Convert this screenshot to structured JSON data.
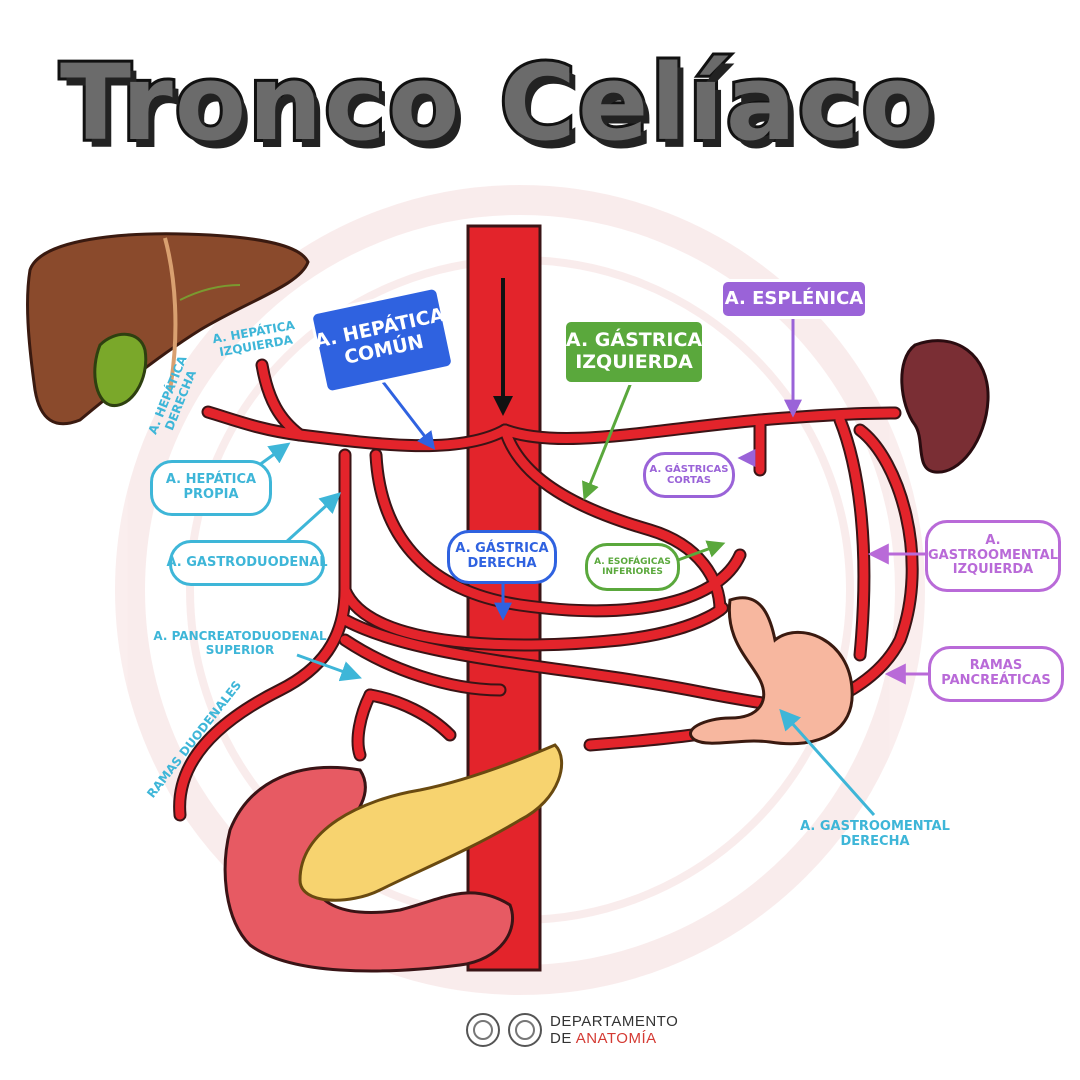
{
  "title": "Tronco Celíaco",
  "colors": {
    "artery": "#e3242b",
    "artery_outline": "#3a1416",
    "cyan": "#3eb6d8",
    "blue": "#2f62e0",
    "green": "#5aa83c",
    "purple": "#9a63d8",
    "violet": "#b96ad8",
    "title_fill": "#6b6b6b"
  },
  "labels": {
    "hepatica_comun": [
      "A. HEPÁTICA",
      "COMÚN"
    ],
    "gastrica_izquierda": [
      "A. GÁSTRICA",
      "IZQUIERDA"
    ],
    "esplenica": [
      "A. ESPLÉNICA"
    ],
    "hepatica_izquierda": [
      "A. HEPÁTICA",
      "IZQUIERDA"
    ],
    "hepatica_derecha": [
      "A. HEPÁTICA",
      "DERECHA"
    ],
    "hepatica_propia": [
      "A. HEPÁTICA",
      "PROPIA"
    ],
    "gastroduodenal": [
      "A. GASTRODUODENAL"
    ],
    "pancreatoduodenal": [
      "A. PANCREATODUODENAL",
      "SUPERIOR"
    ],
    "ramas_duodenales": [
      "RAMAS DUODENALES"
    ],
    "gastrica_derecha": [
      "A. GÁSTRICA",
      "DERECHA"
    ],
    "esofagicas": [
      "A. ESOFÁGICAS",
      "INFERIORES"
    ],
    "gastricas_cortas": [
      "A. GÁSTRICAS",
      "CORTAS"
    ],
    "gastroomental_izquierda": [
      "A.",
      "GASTROOMENTAL",
      "IZQUIERDA"
    ],
    "ramas_pancreaticas": [
      "RAMAS",
      "PANCREÁTICAS"
    ],
    "gastroomental_derecha": [
      "A. GASTROOMENTAL",
      "DERECHA"
    ]
  },
  "footer": {
    "line1": "DEPARTAMENTO",
    "line2_a": "DE ",
    "line2_b": "ANATOMÍA"
  },
  "icons": [
    "liver-icon",
    "gallbladder-icon",
    "spleen-icon",
    "stomach-icon",
    "pancreas-icon",
    "duodenum-icon",
    "unam-seal-icon",
    "faculty-seal-icon"
  ]
}
